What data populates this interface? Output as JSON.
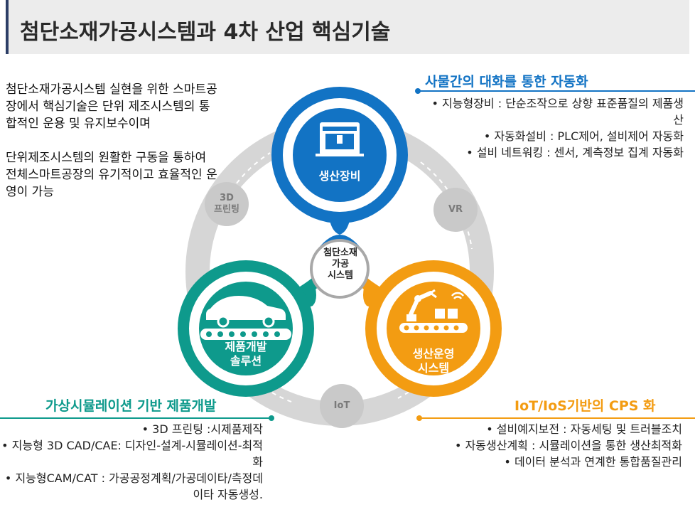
{
  "title": "첨단소재가공시스템과 4차 산업 핵심기술",
  "intro": {
    "p1": "첨단소재가공시스템 실현을 위한 스마트공장에서 핵심기술은 단위 제조시스템의 통합적인 운용 및 유지보수이며",
    "p2": "단위제조시스템의 원활한 구동을 통하여 전체스마트공장의 유기적이고 효율적인 운영이 가능"
  },
  "nodes": {
    "top": "생산장비",
    "left_line1": "제품개발",
    "left_line2": "솔루션",
    "right_line1": "생산운영",
    "right_line2": "시스템",
    "center_line1": "첨단소재",
    "center_line2": "가공",
    "center_line3": "시스템"
  },
  "small_circles": {
    "left_line1": "3D",
    "left_line2": "프린팅",
    "right": "VR",
    "bottom": "IoT"
  },
  "sections": {
    "top_right": {
      "heading": "사물간의 대화를 통한 자동화",
      "items": [
        "지능형장비 : 단순조작으로 상향 표준품질의 제품생산",
        "자동화설비 : PLC제어, 설비제어 자동화",
        "설비 네트워킹 : 센서, 계측정보 집계 자동화"
      ]
    },
    "bottom_left": {
      "heading": "가상시뮬레이션 기반 제품개발",
      "items": [
        "3D 프린팅 :시제품제작",
        "지능형 3D CAD/CAE: 디자인-설계-시뮬레이션-최적화",
        "지능형CAM/CAT : 가공공정계획/가공데이타/측정데이타 자동생성."
      ]
    },
    "bottom_right": {
      "heading": "IoT/IoS기반의 CPS 화",
      "items": [
        "설비예지보전 : 자동세팅 및 트러블조치",
        "자동생산계획 : 시뮬레이션을 통한 생산최적화",
        "데이터 분석과 연계한 통합품질관리"
      ]
    }
  },
  "colors": {
    "blue": "#1273c4",
    "teal": "#0e9a8c",
    "orange": "#f39c12",
    "ring": "#d9d9d9",
    "title_accent": "#2c3e66"
  }
}
